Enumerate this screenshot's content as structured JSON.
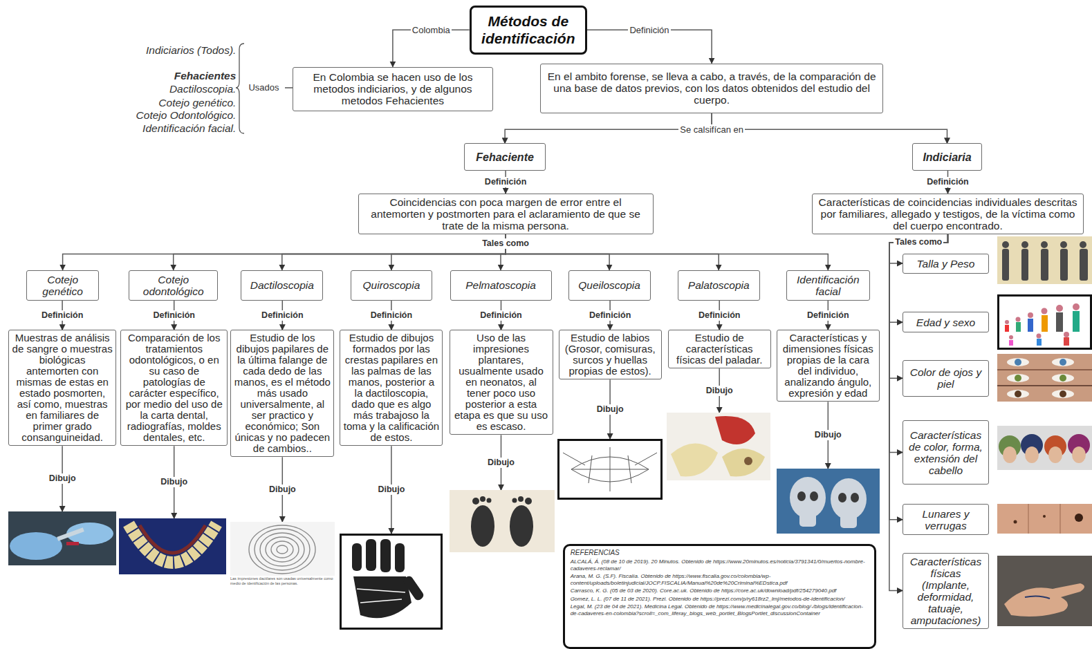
{
  "diagram": {
    "nodes": [
      {
        "text": [
          "Métodos de identificación"
        ]
      },
      {
        "text": [
          "En Colombia se hacen uso de los metodos indiciarios, y de algunos metodos Fehacientes"
        ]
      },
      {
        "text": [
          "En el ambito forense, se lleva a cabo, a través, de la comparación de una base de datos previos, con los datos obtenidos del estudio del cuerpo."
        ]
      },
      {
        "text": [
          "Fehaciente"
        ]
      },
      {
        "text": [
          "Indiciaria"
        ]
      },
      {
        "text": [
          "Coincidencias con poca margen de error entre el antemorten y postmorten para el aclaramiento de que se trate de la misma persona."
        ]
      },
      {
        "text": [
          "Características de coincidencias individuales descritas por familiares, allegado y testigos, de la víctima como del cuerpo encontrado."
        ]
      },
      {
        "text": [
          "Cotejo genético"
        ]
      },
      {
        "text": [
          "Cotejo odontológico"
        ]
      },
      {
        "text": [
          "Dactiloscopia"
        ]
      },
      {
        "text": [
          "Quiroscopia"
        ]
      },
      {
        "text": [
          "Pelmatoscopia"
        ]
      },
      {
        "text": [
          "Queiloscopia"
        ]
      },
      {
        "text": [
          "Palatoscopia"
        ]
      },
      {
        "text": [
          "Identificación facial"
        ]
      },
      {
        "text": [
          "Muestras de análisis de sangre o muestras biológicas antemorten con mismas de estas en estado posmorten, así como, muestras en familiares de primer grado consanguineidad."
        ]
      },
      {
        "text": [
          "Comparación de los tratamientos odontológicos, o en su caso de patologías de carácter específico, por medio del uso de la carta dental, radiografías, moldes dentales, etc."
        ]
      },
      {
        "text": [
          "Estudio de los dibujos papilares de la última falange de cada dedo de las manos, es el método más usado universalmente, al ser practico y económico; Son únicas y no padecen de cambios.."
        ]
      },
      {
        "text": [
          "Estudio de dibujos formados por las crestas papilares en las palmas de las manos, posterior a la dactiloscopia, dado que es algo más trabajoso la toma y la calificación de estos."
        ]
      },
      {
        "text": [
          "Uso de las impresiones plantares, usualmente usado en neonatos, al tener poco uso posterior a esta etapa es que su uso es escaso."
        ]
      },
      {
        "text": [
          "Estudio de labios (Grosor, comisuras, surcos y huellas propias de estos)."
        ]
      },
      {
        "text": [
          "Estudio de características físicas del paladar."
        ]
      },
      {
        "text": [
          "Características y dimensiones físicas propias de la cara del individuo, analizando ángulo, expresión y edad"
        ]
      },
      {
        "text": [
          "Talla y Peso"
        ]
      },
      {
        "text": [
          "Edad y sexo"
        ]
      },
      {
        "text": [
          "Color de ojos y piel"
        ]
      },
      {
        "text": [
          "Características de color, forma, extensión del cabello"
        ]
      },
      {
        "text": [
          "Lunares y verrugas"
        ]
      },
      {
        "text": [
          "Características físicas (Implante, deformidad, tatuaje, amputaciones)"
        ]
      },
      {
        "text": [
          "REFERENCIAS",
          "ALCALÁ, Á. (08 de 10 de 2019). 20 Minutos. Obtenido de https://www.20minutos.es/noticia/3791341/0/muertos-nombre-cadaveres-reclamar/",
          "Arana, M. G. (S.F). Fiscalía. Obtenido de https://www.fiscalia.gov.co/colombia/wp-content/uploads/boletinjudicial/JOCP.FISCALIA/Manual%20de%20Criminal%EDstica.pdf",
          "Carrasco, K. G. (05 de 03 de 2020). Core.ac.uk. Obtenido de https://core.ac.uk/download/pdf/254279040.pdf",
          "Gomez, L. L. (07 de 11 de 2021). Prezi. Obtenido de https://prezi.com/p/ry618rz2_lmj/metodos-de-identificacion/",
          "Legal, M. (23 de 04 de 2021). Medicina Legal. Obtenido de https://www.medicinalegal.gov.co/blog/-/blogs/identificacion-de-cadaveres-en-colombia?scroll=_com_liferay_blogs_web_portlet_BlogsPortlet_discussionContainer"
        ]
      }
    ],
    "edges": [
      {
        "from": 0,
        "to": 1,
        "arrow": "to",
        "label": "Colombia"
      },
      {
        "from": 0,
        "to": 2,
        "arrow": "to",
        "label": "Definición"
      },
      {
        "from": 2,
        "to": 3,
        "arrow": "to",
        "label": "Se calsifícan en"
      },
      {
        "from": 2,
        "to": 4,
        "arrow": "to"
      },
      {
        "from": 3,
        "to": 5,
        "arrow": "to",
        "label": "Definición"
      },
      {
        "from": 4,
        "to": 6,
        "arrow": "to",
        "label": "Definición"
      },
      {
        "from": 5,
        "to": 7,
        "arrow": "to",
        "label": "Tales como"
      },
      {
        "from": 5,
        "to": 8,
        "arrow": "to"
      },
      {
        "from": 5,
        "to": 9,
        "arrow": "to"
      },
      {
        "from": 5,
        "to": 10,
        "arrow": "to"
      },
      {
        "from": 5,
        "to": 11,
        "arrow": "to"
      },
      {
        "from": 5,
        "to": 12,
        "arrow": "to"
      },
      {
        "from": 5,
        "to": 13,
        "arrow": "to"
      },
      {
        "from": 5,
        "to": 14,
        "arrow": "to"
      },
      {
        "from": 7,
        "to": 15,
        "arrow": "to",
        "label": "Definición"
      },
      {
        "from": 8,
        "to": 16,
        "arrow": "to",
        "label": "Definición"
      },
      {
        "from": 9,
        "to": 17,
        "arrow": "to",
        "label": "Definición"
      },
      {
        "from": 10,
        "to": 18,
        "arrow": "to",
        "label": "Definición"
      },
      {
        "from": 11,
        "to": 19,
        "arrow": "to",
        "label": "Definición"
      },
      {
        "from": 12,
        "to": 20,
        "arrow": "to",
        "label": "Definición"
      },
      {
        "from": 13,
        "to": 21,
        "arrow": "to",
        "label": "Definición"
      },
      {
        "from": 14,
        "to": 22,
        "arrow": "to",
        "label": "Definición"
      },
      {
        "from": 6,
        "to": 23,
        "arrow": "to",
        "label": "Tales como"
      },
      {
        "from": 6,
        "to": 24,
        "arrow": "to"
      },
      {
        "from": 6,
        "to": 25,
        "arrow": "to"
      },
      {
        "from": 6,
        "to": 26,
        "arrow": "to"
      },
      {
        "from": 6,
        "to": 27,
        "arrow": "to"
      },
      {
        "from": 6,
        "to": 28,
        "arrow": "to"
      }
    ],
    "labels": [
      "Indiciarios (Todos).",
      "Fehacientes",
      "Dactiloscopia.",
      "Cotejo genético.",
      "Cotejo Odontológico.",
      "Identificación facial.",
      "Usados",
      "Dibujo",
      "Dibujo",
      "Dibujo",
      "Dibujo",
      "Dibujo",
      "Dibujo",
      "Dibujo",
      "Dibujo",
      "Las impresiones dactilares son usadas universalmente como medio de identificación de las personas."
    ]
  }
}
